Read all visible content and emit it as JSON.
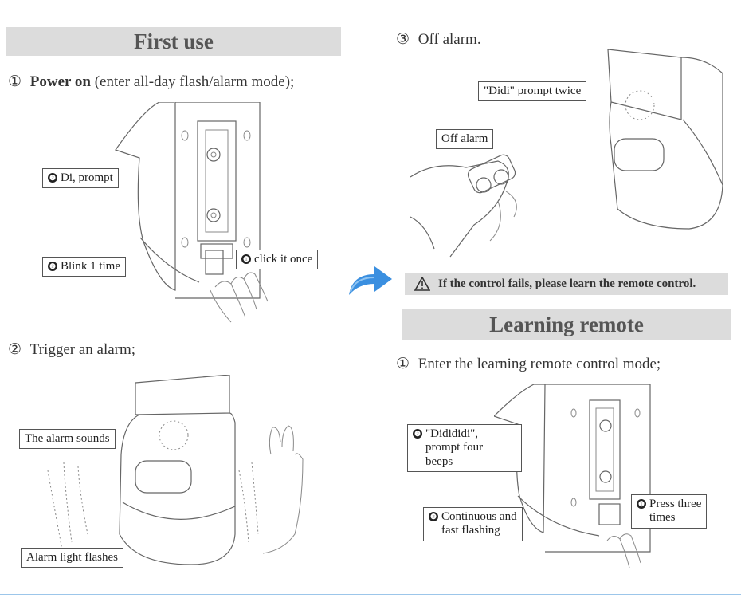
{
  "left": {
    "section_title": "First use",
    "step1": {
      "marker": "①",
      "bold": "Power on",
      "rest": " (enter all-day flash/alarm mode);"
    },
    "step1_callouts": {
      "di": "Di, prompt",
      "blink": "Blink 1 time",
      "click": "click it once",
      "num2": "❷",
      "num1": "❶"
    },
    "step2": {
      "marker": "②",
      "text": "Trigger an alarm;"
    },
    "step2_callouts": {
      "sounds": "The alarm sounds",
      "flashes": "Alarm light flashes"
    }
  },
  "right": {
    "step3": {
      "marker": "③",
      "text": "Off alarm."
    },
    "step3_callouts": {
      "didi": "\"Didi\" prompt twice",
      "off": "Off alarm"
    },
    "warning": "If the control fails, please learn the remote control.",
    "section_title": "Learning remote",
    "learn_step1": {
      "marker": "①",
      "text": "Enter the learning remote control mode;"
    },
    "learn_callouts": {
      "dididi_l1": "\"Didididi\",",
      "dididi_l2": "prompt four",
      "dididi_l3": "beeps",
      "cont_l1": "Continuous and",
      "cont_l2": "fast flashing",
      "press_l1": "Press three",
      "press_l2": "times",
      "num2": "❷",
      "num1": "❶"
    }
  },
  "colors": {
    "banner_bg": "#dcdcdc",
    "divider": "#7fb6e6",
    "arrow": "#3a8fe0"
  },
  "icons": [
    "warning-icon",
    "next-arrow-icon"
  ]
}
